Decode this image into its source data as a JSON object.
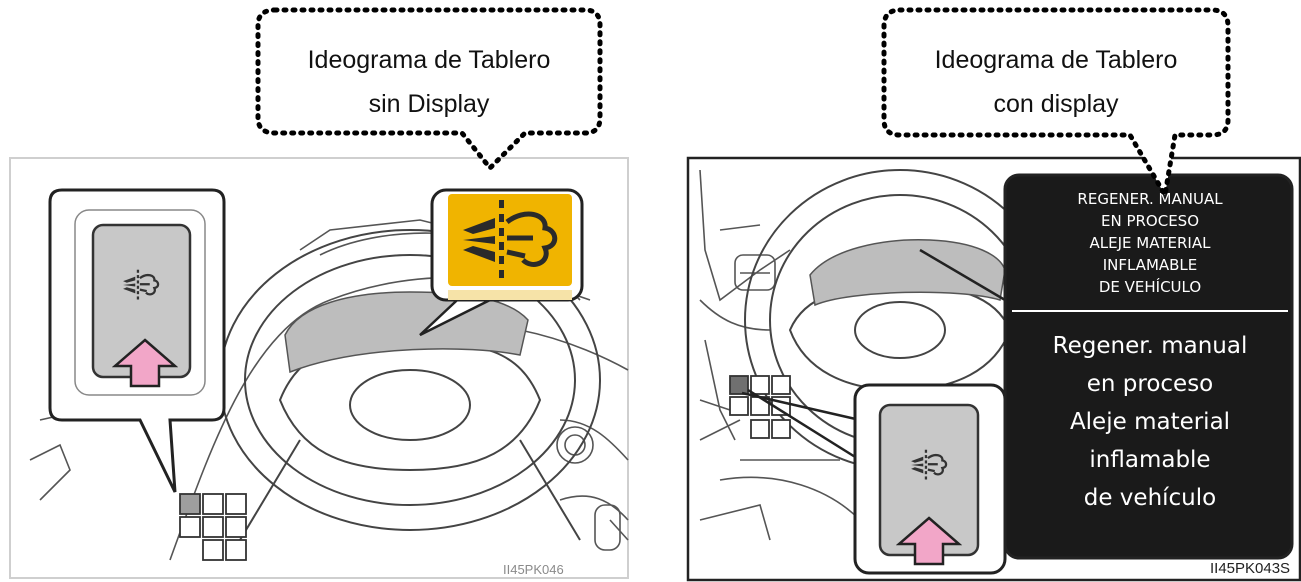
{
  "callouts": {
    "left": {
      "line1": "Ideograma de Tablero",
      "line2": "sin Display"
    },
    "right": {
      "line1": "Ideograma de Tablero",
      "line2": "con display"
    }
  },
  "left_figure": {
    "code": "II45PK046"
  },
  "right_figure": {
    "code": "II45PK043S",
    "display_upper": [
      "REGENER. MANUAL",
      "EN PROCESO",
      "ALEJE MATERIAL",
      "INFLAMABLE",
      "DE VEHÍCULO"
    ],
    "display_lower": [
      "Regener. manual",
      "en proceso",
      "Aleje material",
      "inflamable",
      "de vehículo"
    ]
  },
  "colors": {
    "warning_amber": "#f0b400",
    "indicator_gray": "#c8c8c8",
    "arrow_pink": "#f2a6c8",
    "display_black": "#1a1a1a"
  },
  "icons": [
    "dpf-regeneration-icon",
    "up-arrow-icon",
    "steering-wheel-icon"
  ]
}
